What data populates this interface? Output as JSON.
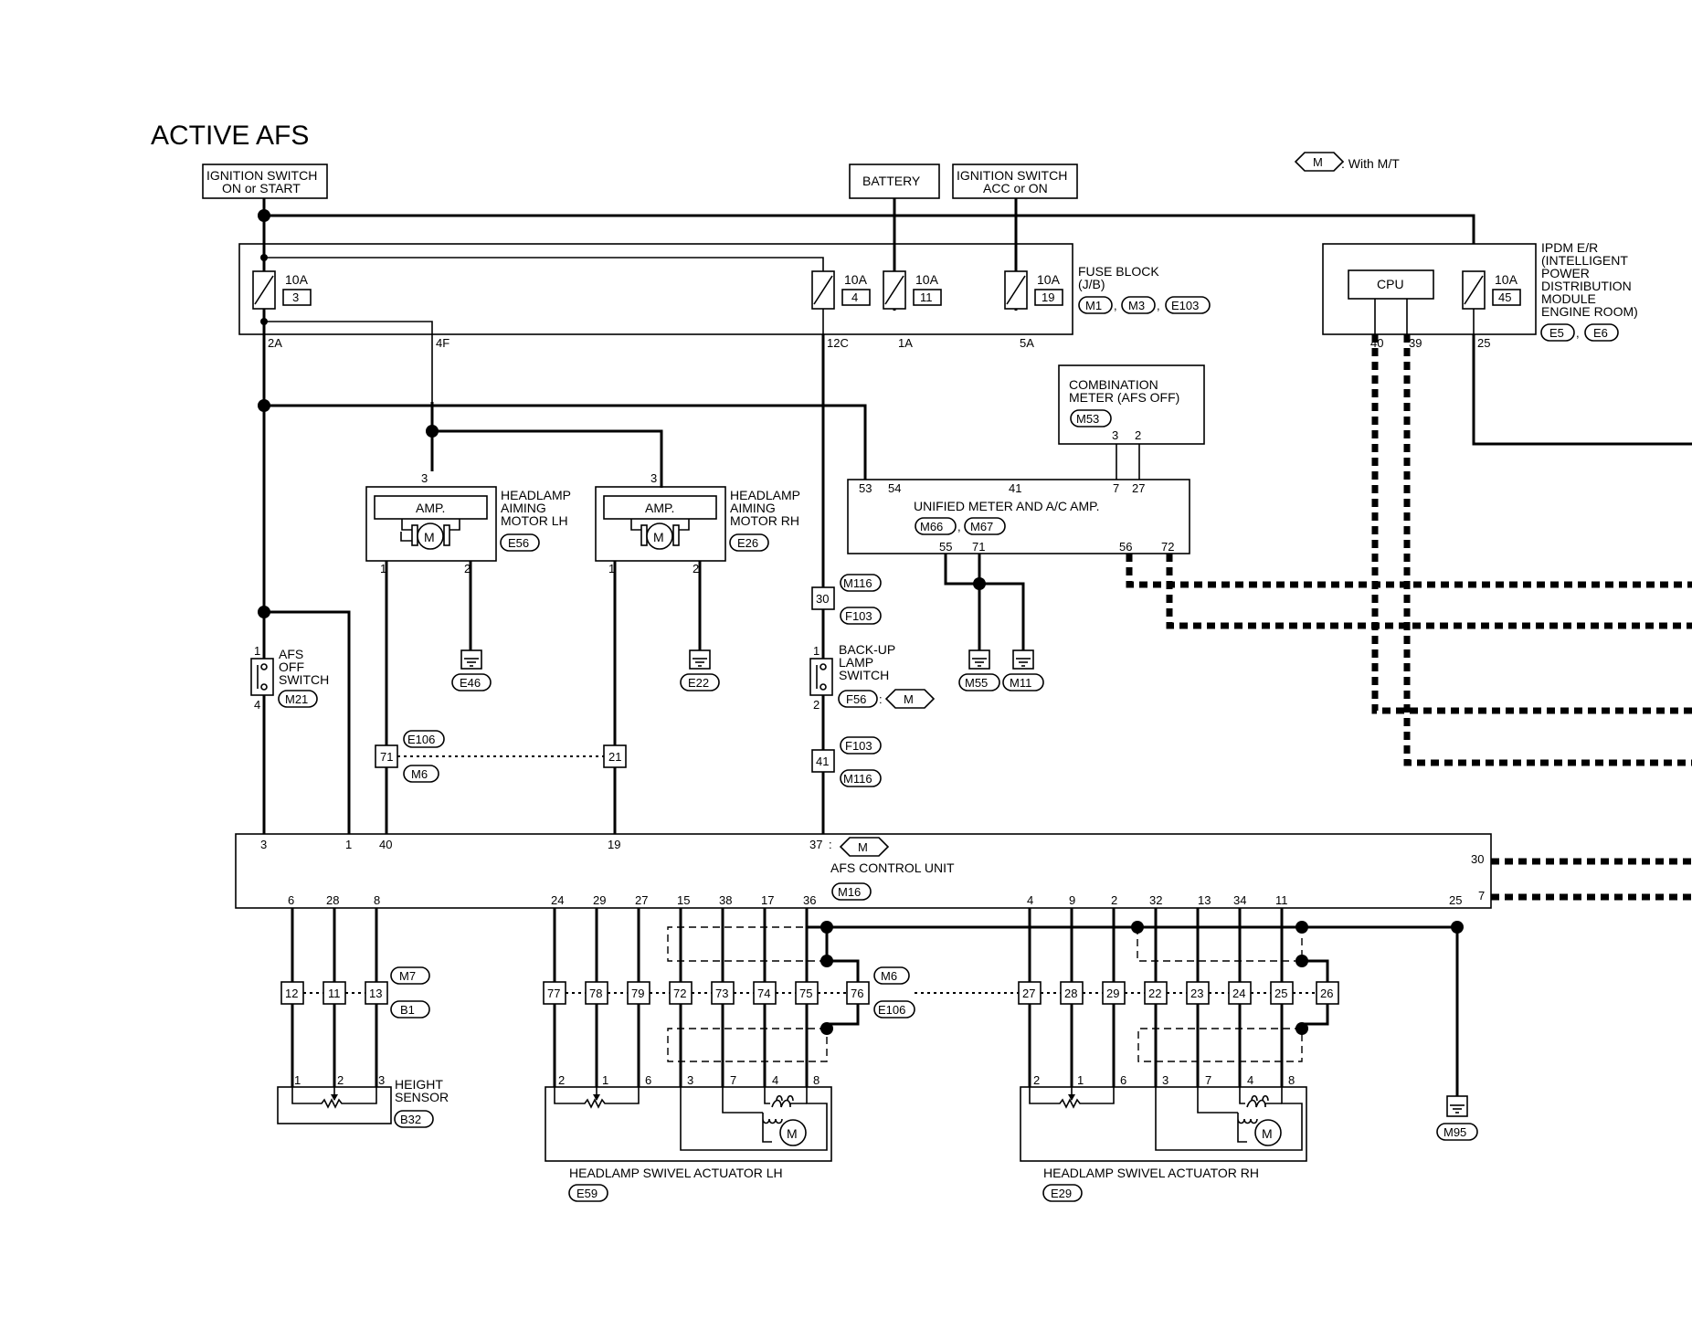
{
  "title": "ACTIVE AFS",
  "legend": {
    "symbol": "M",
    "text": ": With M/T"
  },
  "power_sources": {
    "ign_on_start": [
      "IGNITION SWITCH",
      "ON or START"
    ],
    "battery": "BATTERY",
    "ign_acc_on": [
      "IGNITION SWITCH",
      "ACC or ON"
    ]
  },
  "fuse_block": {
    "label": [
      "FUSE BLOCK",
      "(J/B)"
    ],
    "connectors": [
      "M1",
      "M3",
      "E103"
    ],
    "fuses": [
      {
        "amp": "10A",
        "num": "3"
      },
      {
        "amp": "10A",
        "num": "4"
      },
      {
        "amp": "10A",
        "num": "11"
      },
      {
        "amp": "10A",
        "num": "19"
      }
    ],
    "pins": [
      "2A",
      "4F",
      "12C",
      "1A",
      "5A"
    ]
  },
  "ipdm": {
    "label": [
      "IPDM E/R",
      "(INTELLIGENT",
      "POWER",
      "DISTRIBUTION",
      "MODULE",
      "ENGINE ROOM)"
    ],
    "connectors": [
      "E5",
      "E6"
    ],
    "cpu": "CPU",
    "fuse": {
      "amp": "10A",
      "num": "45"
    },
    "pins": [
      "40",
      "39",
      "25"
    ]
  },
  "combination_meter": {
    "label": [
      "COMBINATION",
      "METER (AFS OFF)"
    ],
    "connector": "M53",
    "pins": [
      "3",
      "2"
    ]
  },
  "unified_meter": {
    "label": "UNIFIED METER AND A/C AMP.",
    "connectors": [
      "M66",
      "M67"
    ],
    "pins_top": [
      "53",
      "54",
      "41",
      "7",
      "27"
    ],
    "pins_bottom": [
      "55",
      "71",
      "56",
      "72"
    ]
  },
  "aiming_lh": {
    "amp": "AMP.",
    "motor": "M",
    "label": [
      "HEADLAMP",
      "AIMING",
      "MOTOR LH"
    ],
    "connector": "E56",
    "pins": [
      "3",
      "1",
      "2"
    ]
  },
  "aiming_rh": {
    "amp": "AMP.",
    "motor": "M",
    "label": [
      "HEADLAMP",
      "AIMING",
      "MOTOR RH"
    ],
    "connector": "E26",
    "pins": [
      "3",
      "1",
      "2"
    ]
  },
  "grounds": [
    "E46",
    "E22",
    "M55",
    "M11",
    "M95"
  ],
  "afs_off_switch": {
    "label": [
      "AFS",
      "OFF",
      "SWITCH"
    ],
    "connector": "M21",
    "pins": [
      "1",
      "4"
    ]
  },
  "backup_switch": {
    "label": [
      "BACK-UP",
      "LAMP",
      "SWITCH"
    ],
    "connector": "F56",
    "pins": [
      "1",
      "2"
    ],
    "mt": "M"
  },
  "inline_connectors": {
    "c30": {
      "pin": "30",
      "top": "M116",
      "bottom": "F103"
    },
    "c41": {
      "pin": "41",
      "top": "F103",
      "bottom": "M116"
    },
    "c71": {
      "pin": "71",
      "top": "E106",
      "bottom": "M6"
    },
    "c21": {
      "pin": "21"
    }
  },
  "afs_control_unit": {
    "label": "AFS CONTROL UNIT",
    "connector": "M16",
    "pins_top": [
      "3",
      "1",
      "40",
      "19",
      "37"
    ],
    "mt": "M",
    "pins_bottom_left": [
      "6",
      "28",
      "8"
    ],
    "pins_bottom_mid": [
      "24",
      "29",
      "27",
      "15",
      "38",
      "17",
      "36"
    ],
    "pins_bottom_right": [
      "4",
      "9",
      "2",
      "32",
      "13",
      "34",
      "11",
      "25"
    ],
    "pins_side": [
      "30",
      "7"
    ]
  },
  "joint_left": {
    "pins": [
      "12",
      "11",
      "13"
    ],
    "connectors": [
      "M7",
      "B1"
    ]
  },
  "joint_mid": {
    "pins": [
      "77",
      "78",
      "79",
      "72",
      "73",
      "74",
      "75",
      "76"
    ],
    "connectors": [
      "M6",
      "E106"
    ]
  },
  "joint_right": {
    "pins": [
      "27",
      "28",
      "29",
      "22",
      "23",
      "24",
      "25",
      "26"
    ]
  },
  "height_sensor": {
    "label": [
      "HEIGHT",
      "SENSOR"
    ],
    "connector": "B32",
    "pins": [
      "1",
      "2",
      "3"
    ]
  },
  "swivel_lh": {
    "label": "HEADLAMP SWIVEL ACTUATOR LH",
    "connector": "E59",
    "pins": [
      "2",
      "1",
      "6",
      "3",
      "7",
      "4",
      "8"
    ],
    "motor": "M"
  },
  "swivel_rh": {
    "label": "HEADLAMP SWIVEL ACTUATOR RH",
    "connector": "E29",
    "pins": [
      "2",
      "1",
      "6",
      "3",
      "7",
      "4",
      "8"
    ],
    "motor": "M"
  }
}
